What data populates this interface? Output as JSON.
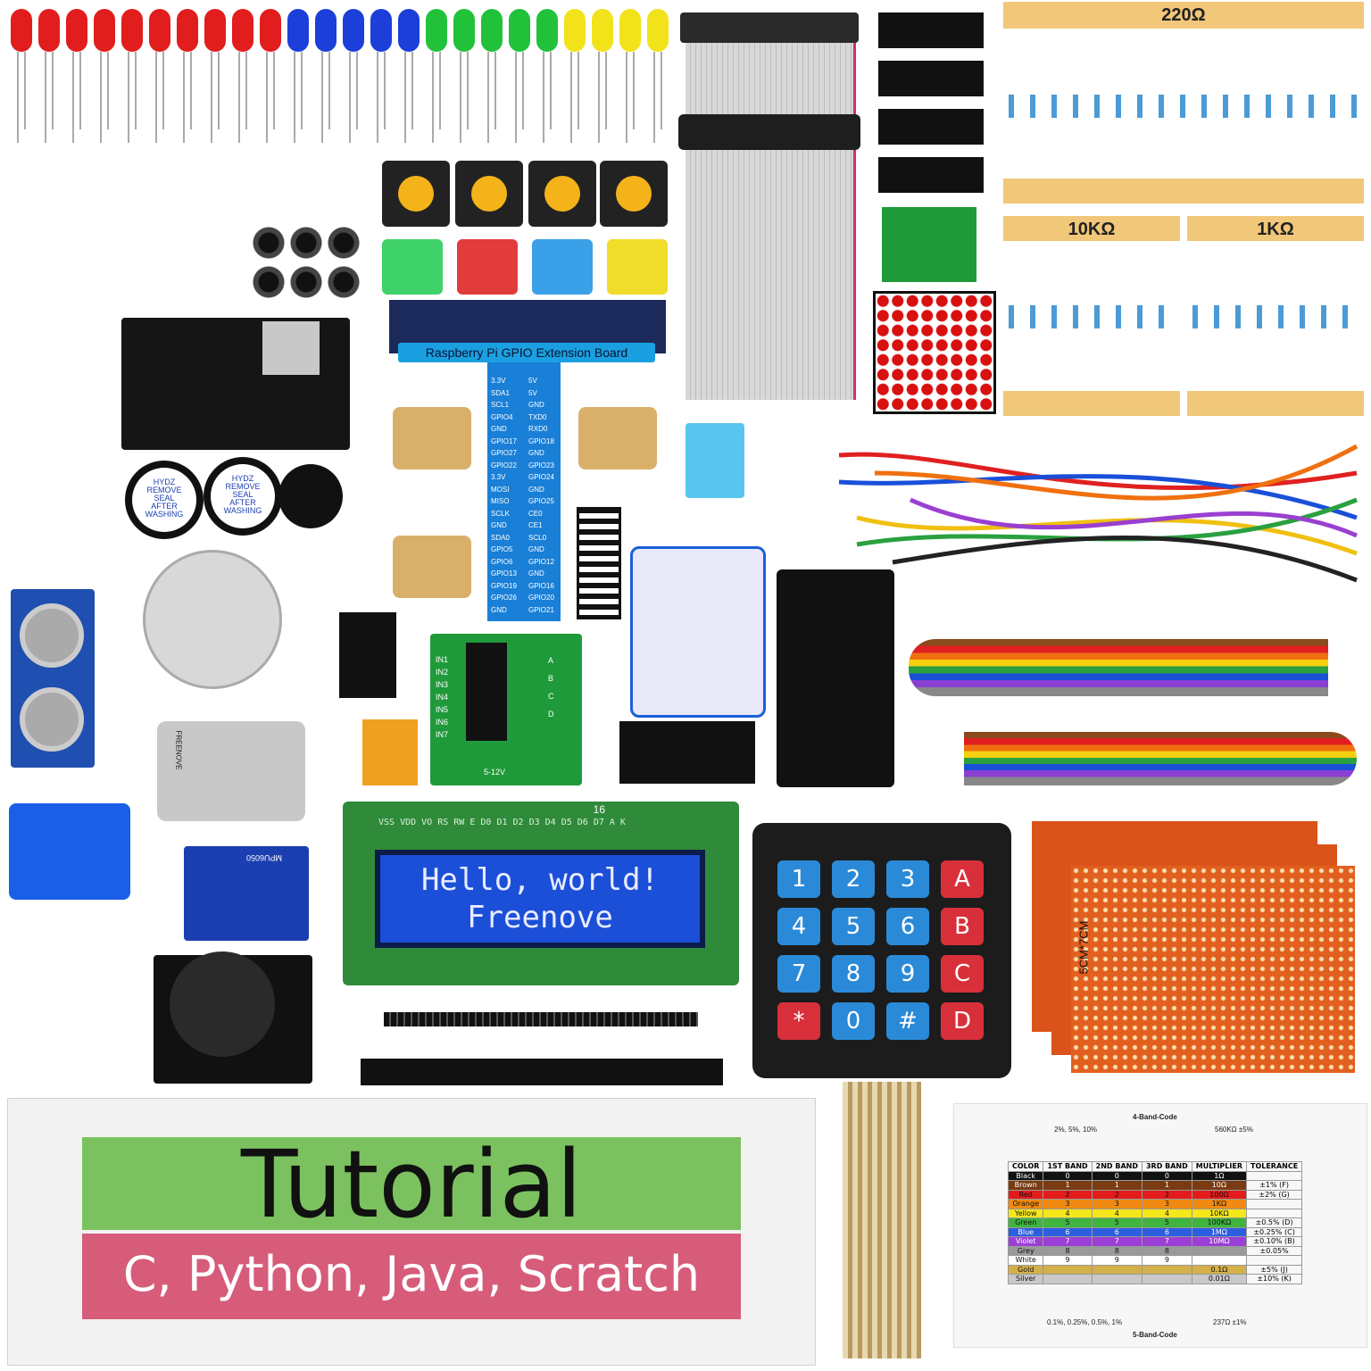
{
  "resistor_labels": {
    "r220": "220Ω",
    "r10k": "10KΩ",
    "r1k": "1KΩ"
  },
  "gpio_board": {
    "label": "Raspberry Pi GPIO Extension Board",
    "left_pins": [
      "3.3V",
      "SDA1",
      "SCL1",
      "GPIO4",
      "GND",
      "GPIO17",
      "GPIO27",
      "GPIO22",
      "3.3V",
      "MOSI",
      "MISO",
      "SCLK",
      "GND",
      "SDA0",
      "GPIO5",
      "GPIO6",
      "GPIO13",
      "GPIO19",
      "GPIO26",
      "GND"
    ],
    "right_pins": [
      "5V",
      "5V",
      "GND",
      "TXD0",
      "RXD0",
      "GPIO18",
      "GND",
      "GPIO23",
      "GPIO24",
      "GND",
      "GPIO25",
      "CE0",
      "CE1",
      "SCL0",
      "GND",
      "GPIO12",
      "GND",
      "GPIO16",
      "GPIO20",
      "GPIO21"
    ]
  },
  "buzzer_text": [
    "HYDZ",
    "REMOVE",
    "SEAL",
    "AFTER",
    "WASHING"
  ],
  "lcd": {
    "line1": "Hello, world!",
    "line2": "Freenove",
    "pin_header": "VSS VDD VO RS RW E D0 D1 D2 D3 D4 D5 D6 D7 A K",
    "pin_number": "16"
  },
  "keypad": {
    "keys": [
      "1",
      "2",
      "3",
      "A",
      "4",
      "5",
      "6",
      "B",
      "7",
      "8",
      "9",
      "C",
      "*",
      "0",
      "#",
      "D"
    ]
  },
  "tutorial": {
    "title": "Tutorial",
    "languages": "C, Python, Java, Scratch"
  },
  "proto_board_label": "5CM*7CM",
  "driver_board": {
    "inputs": [
      "IN1",
      "IN2",
      "IN3",
      "IN4",
      "IN5",
      "IN6",
      "IN7"
    ],
    "outputs": [
      "A",
      "B",
      "C",
      "D"
    ],
    "power": "5-12V"
  },
  "mpu_label": "MPU6050",
  "motor_label": "FREENOVE",
  "color_code": {
    "title4": "4-Band-Code",
    "title5": "5-Band-Code",
    "tol4": "2%, 5%, 10%",
    "val4": "560KΩ ±5%",
    "tol5": "0.1%, 0.25%, 0.5%, 1%",
    "val5": "237Ω ±1%",
    "headers": [
      "COLOR",
      "1ST BAND",
      "2ND BAND",
      "3RD BAND",
      "MULTIPLIER",
      "TOLERANCE"
    ],
    "rows": [
      [
        "Black",
        "0",
        "0",
        "0",
        "1Ω",
        ""
      ],
      [
        "Brown",
        "1",
        "1",
        "1",
        "10Ω",
        "±1% (F)"
      ],
      [
        "Red",
        "2",
        "2",
        "2",
        "100Ω",
        "±2% (G)"
      ],
      [
        "Orange",
        "3",
        "3",
        "3",
        "1KΩ",
        ""
      ],
      [
        "Yellow",
        "4",
        "4",
        "4",
        "10KΩ",
        ""
      ],
      [
        "Green",
        "5",
        "5",
        "5",
        "100KΩ",
        "±0.5% (D)"
      ],
      [
        "Blue",
        "6",
        "6",
        "6",
        "1MΩ",
        "±0.25% (C)"
      ],
      [
        "Violet",
        "7",
        "7",
        "7",
        "10MΩ",
        "±0.10% (B)"
      ],
      [
        "Grey",
        "8",
        "8",
        "8",
        "",
        "±0.05%"
      ],
      [
        "White",
        "9",
        "9",
        "9",
        "",
        ""
      ],
      [
        "Gold",
        "",
        "",
        "",
        "0.1Ω",
        "±5% (J)"
      ],
      [
        "Silver",
        "",
        "",
        "",
        "0.01Ω",
        "±10% (K)"
      ]
    ],
    "row_colors": [
      "#111111",
      "#7a3b12",
      "#e31b1b",
      "#f08a12",
      "#f5e81a",
      "#3fb43f",
      "#2b5fe0",
      "#9b3fd6",
      "#9a9a9a",
      "#ffffff",
      "#d4b04a",
      "#c8c8c8"
    ]
  },
  "colors": {
    "red_led": "#e21d1d",
    "blue_led": "#1b3fd8",
    "green_led": "#21c23a",
    "yellow_led": "#f2e21a",
    "button_green": "#3fd26a",
    "button_red": "#e23b3b",
    "button_blue": "#3aa0e8",
    "button_yellow": "#f0dc2a"
  }
}
